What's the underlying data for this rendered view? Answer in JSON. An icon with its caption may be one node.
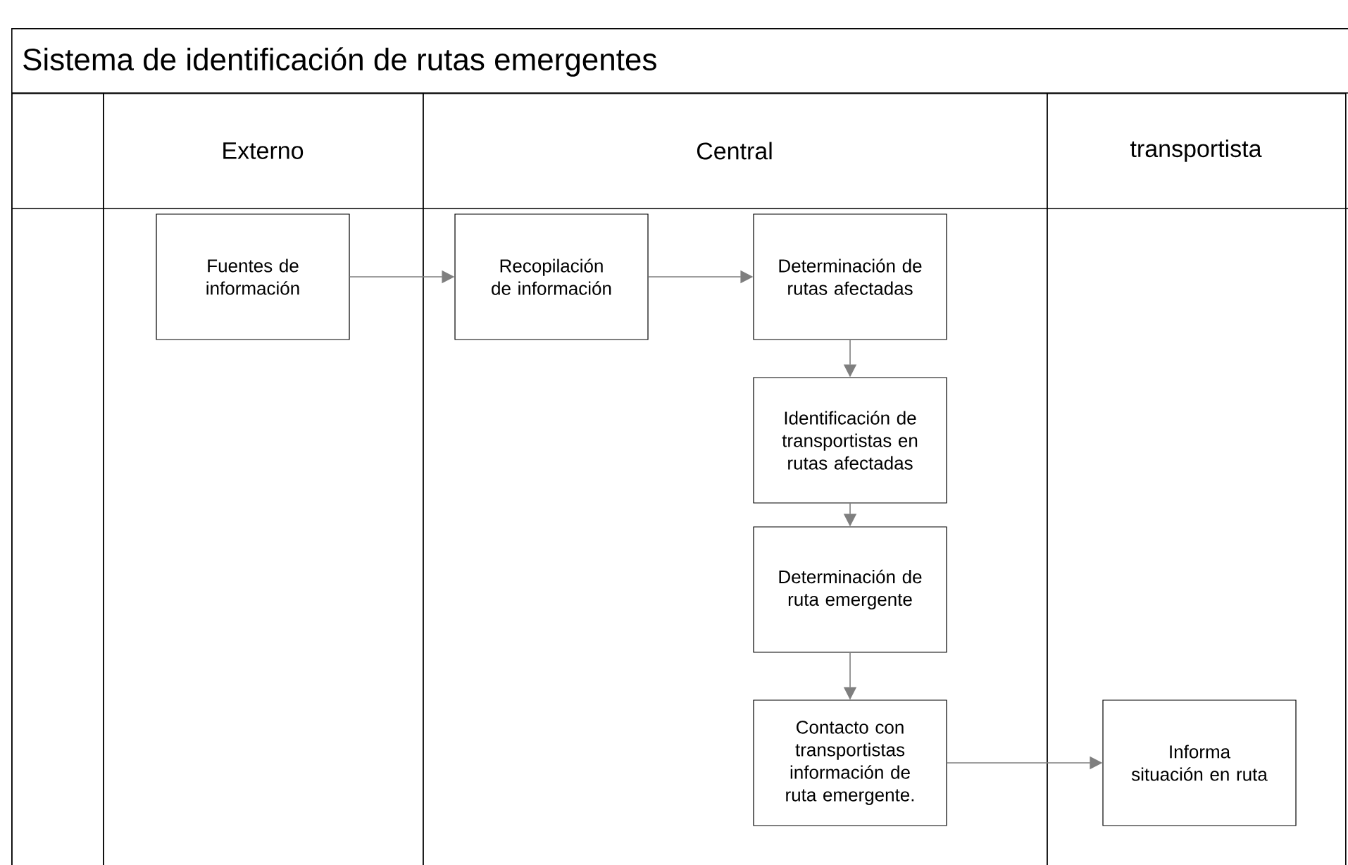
{
  "diagram": {
    "nodes": [
      {
        "text": [
          "Sistema de identificación de rutas emergentes"
        ]
      },
      {
        "text": [],
        "shape": "box",
        "in": 0
      },
      {
        "text": [
          "Externo"
        ],
        "in": 0
      },
      {
        "text": [
          "Central"
        ],
        "in": 0
      },
      {
        "text": [
          "transportista"
        ],
        "in": 0
      },
      {
        "text": [
          "Fuentes de información"
        ],
        "in": 2
      },
      {
        "text": [
          "Recopilación de información"
        ],
        "in": 3
      },
      {
        "text": [
          "Determinación de rutas afectadas"
        ],
        "in": 3
      },
      {
        "text": [
          "Identificación de transportistas en rutas afectadas"
        ],
        "in": 3
      },
      {
        "text": [
          "Determinación de ruta emergente"
        ],
        "in": 3
      },
      {
        "text": [
          "Contacto con transportistas información de ruta emergente."
        ],
        "in": 3
      },
      {
        "text": [
          "Informa situación en ruta"
        ],
        "in": 4
      }
    ],
    "edges": [
      {
        "from": 5,
        "to": 6,
        "arrow": "to"
      },
      {
        "from": 6,
        "to": 7,
        "arrow": "to"
      },
      {
        "from": 7,
        "to": 8,
        "arrow": "to"
      },
      {
        "from": 8,
        "to": 9,
        "arrow": "to"
      },
      {
        "from": 9,
        "to": 10,
        "arrow": "to"
      },
      {
        "from": 10,
        "to": 11,
        "arrow": "to"
      }
    ]
  }
}
